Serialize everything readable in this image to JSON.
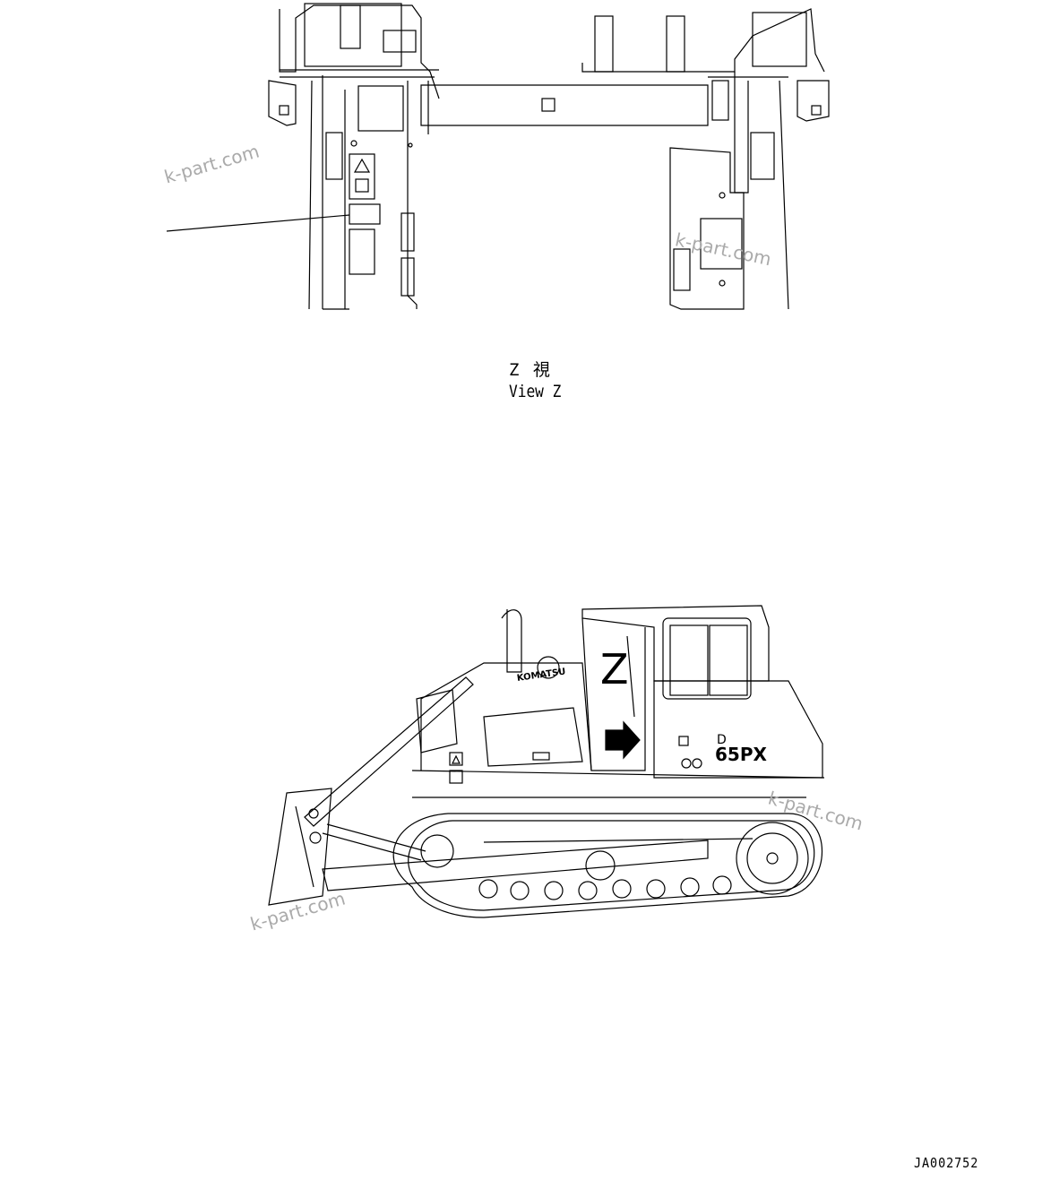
{
  "view": {
    "label_jp": "Z 視",
    "label_en": "View Z"
  },
  "callout": {
    "arrow_letter": "Z"
  },
  "machine": {
    "brand": "KOMATSU",
    "model_prefix": "D",
    "model_number": "65PX"
  },
  "watermarks": [
    "k-part.com",
    "k-part.com",
    "k-part.com",
    "k-part.com"
  ],
  "drawing_ref": "JA002752"
}
